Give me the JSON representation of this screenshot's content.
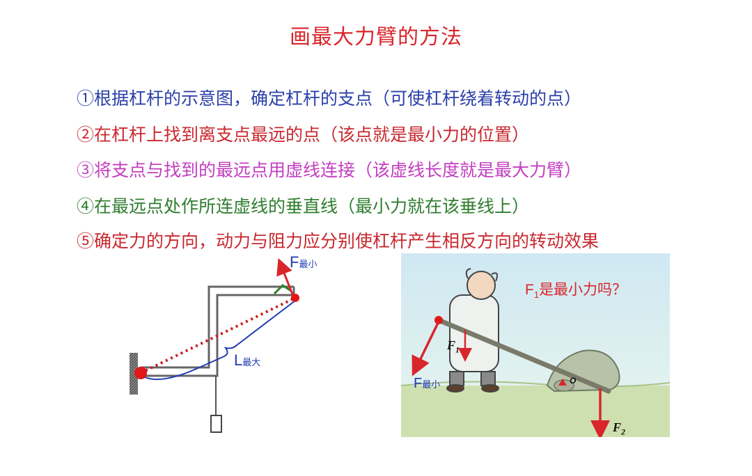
{
  "title": "画最大力臂的方法",
  "steps": [
    "①根据杠杆的示意图，确定杠杆的支点（可使杠杆绕着转动的点）",
    "②在杠杆上找到离支点最远的点（该点就是最小力的位置）",
    "③将支点与找到的最远点用虚线连接（该虚线长度就是最大力臂）",
    "④在最远点处作所连虚线的垂直线（最小力就在该垂线上）",
    "⑤确定力的方向，动力与阻力应分别使杠杆产生相反方向的转动效果"
  ],
  "figure1": {
    "force_label": "F",
    "force_sub": "最小",
    "arm_label": "L",
    "arm_sub": "最大"
  },
  "figure2": {
    "question_main": "F",
    "question_sub": "1",
    "question_rest": "是最小力吗？",
    "f1_label": "F",
    "f1_sub": "1",
    "f2_label": "F",
    "f2_sub": "2",
    "fmin_label": "F",
    "fmin_sub": "最小",
    "pivot_label": "O"
  },
  "colors": {
    "title": "#d9262c",
    "step1": "#2b3fa8",
    "step2": "#c8282e",
    "step3": "#c23ec0",
    "step4": "#2f7d2f",
    "step5": "#c8282e",
    "arrow": "#d9262c",
    "arm": "#1e3cb4"
  }
}
